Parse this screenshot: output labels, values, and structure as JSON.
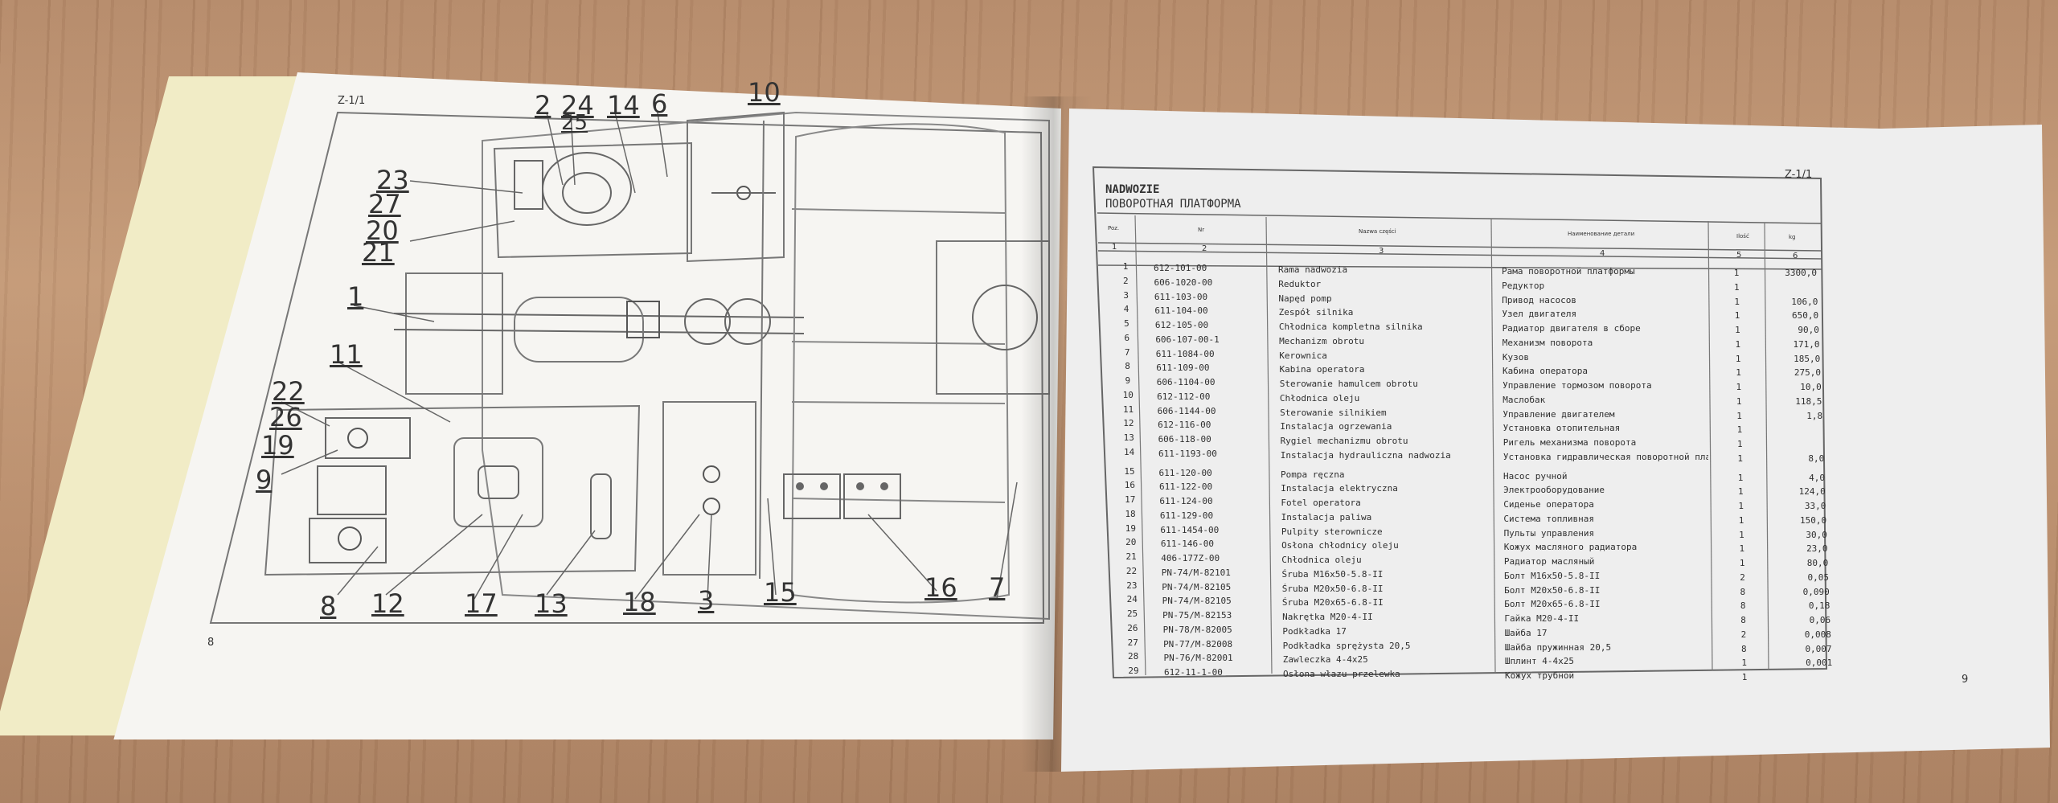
{
  "left_page": {
    "page_ref": "Z-1/1",
    "page_num": "8",
    "callouts": [
      "2",
      "24",
      "25",
      "14",
      "6",
      "10",
      "23",
      "27",
      "20",
      "21",
      "1",
      "11",
      "22",
      "26",
      "19",
      "9",
      "8",
      "12",
      "17",
      "13",
      "18",
      "3",
      "15",
      "16",
      "7"
    ]
  },
  "right_page": {
    "page_ref": "Z-1/1",
    "page_num": "9",
    "title_pl": "NADWOZIE",
    "title_ru": "ПОВОРОТНАЯ ПЛАТФОРМА",
    "headers": [
      "Poz.",
      "Nr",
      "Nazwa części",
      "Наименование детали",
      "Ilość",
      "kg"
    ],
    "col_numbers": [
      "1",
      "2",
      "3",
      "4",
      "5",
      "6"
    ],
    "rows": [
      {
        "poz": "1",
        "nr": "612-101-00",
        "pl": "Rama nadwozia",
        "ru": "Рама поворотной платформы",
        "qty": "1",
        "kg": "3300,0"
      },
      {
        "poz": "2",
        "nr": "606-1020-00",
        "pl": "Reduktor",
        "ru": "Редуктор",
        "qty": "1",
        "kg": ""
      },
      {
        "poz": "3",
        "nr": "611-103-00",
        "pl": "Napęd pomp",
        "ru": "Привод насосов",
        "qty": "1",
        "kg": "106,0"
      },
      {
        "poz": "4",
        "nr": "611-104-00",
        "pl": "Zespół silnika",
        "ru": "Узел двигателя",
        "qty": "1",
        "kg": "650,0"
      },
      {
        "poz": "5",
        "nr": "612-105-00",
        "pl": "Chłodnica kompletna silnika",
        "ru": "Радиатор двигателя в сборе",
        "qty": "1",
        "kg": "90,0"
      },
      {
        "poz": "6",
        "nr": "606-107-00-1",
        "pl": "Mechanizm obrotu",
        "ru": "Механизм поворота",
        "qty": "1",
        "kg": "171,0"
      },
      {
        "poz": "7",
        "nr": "611-1084-00",
        "pl": "Kerownica",
        "ru": "Кузов",
        "qty": "1",
        "kg": "185,0"
      },
      {
        "poz": "8",
        "nr": "611-109-00",
        "pl": "Kabina operatora",
        "ru": "Кабина оператора",
        "qty": "1",
        "kg": "275,0"
      },
      {
        "poz": "9",
        "nr": "606-1104-00",
        "pl": "Sterowanie hamulcem obrotu",
        "ru": "Управление тормозом поворота",
        "qty": "1",
        "kg": "10,0"
      },
      {
        "poz": "10",
        "nr": "612-112-00",
        "pl": "Chłodnica oleju",
        "ru": "Маслобак",
        "qty": "1",
        "kg": "118,5"
      },
      {
        "poz": "11",
        "nr": "606-1144-00",
        "pl": "Sterowanie silnikiem",
        "ru": "Управление двигателем",
        "qty": "1",
        "kg": "1,8"
      },
      {
        "poz": "12",
        "nr": "612-116-00",
        "pl": "Instalacja ogrzewania",
        "ru": "Установка отопительная",
        "qty": "1",
        "kg": ""
      },
      {
        "poz": "13",
        "nr": "606-118-00",
        "pl": "Rygiel mechanizmu obrotu",
        "ru": "Ригель механизма поворота",
        "qty": "1",
        "kg": ""
      },
      {
        "poz": "14",
        "nr": "611-1193-00",
        "pl": "Instalacja hydrauliczna nadwozia",
        "ru": "Установка гидравлическая поворотной платформы",
        "qty": "1",
        "kg": "8,0"
      },
      {
        "poz": "15",
        "nr": "611-120-00",
        "pl": "Pompa ręczna",
        "ru": "Насос ручной",
        "qty": "1",
        "kg": "4,0"
      },
      {
        "poz": "16",
        "nr": "611-122-00",
        "pl": "Instalacja elektryczna",
        "ru": "Электрооборудование",
        "qty": "1",
        "kg": "124,0"
      },
      {
        "poz": "17",
        "nr": "611-124-00",
        "pl": "Fotel operatora",
        "ru": "Сиденье оператора",
        "qty": "1",
        "kg": "33,0"
      },
      {
        "poz": "18",
        "nr": "611-129-00",
        "pl": "Instalacja paliwa",
        "ru": "Система топливная",
        "qty": "1",
        "kg": "150,0"
      },
      {
        "poz": "19",
        "nr": "611-1454-00",
        "pl": "Pulpity sterownicze",
        "ru": "Пульты управления",
        "qty": "1",
        "kg": "30,0"
      },
      {
        "poz": "20",
        "nr": "611-146-00",
        "pl": "Osłona chłodnicy oleju",
        "ru": "Кожух масляного радиатора",
        "qty": "1",
        "kg": "23,0"
      },
      {
        "poz": "21",
        "nr": "406-177Z-00",
        "pl": "Chłodnica oleju",
        "ru": "Радиатор масляный",
        "qty": "1",
        "kg": "80,0"
      },
      {
        "poz": "22",
        "nr": "PN-74/M-82101",
        "pl": "Śruba M16x50-5.8-II",
        "ru": "Болт M16x50-5.8-II",
        "qty": "2",
        "kg": "0,05"
      },
      {
        "poz": "23",
        "nr": "PN-74/M-82105",
        "pl": "Śruba M20x50-6.8-II",
        "ru": "Болт M20x50-6.8-II",
        "qty": "8",
        "kg": "0,090"
      },
      {
        "poz": "24",
        "nr": "PN-74/M-82105",
        "pl": "Śruba M20x65-6.8-II",
        "ru": "Болт M20x65-6.8-II",
        "qty": "8",
        "kg": "0,18"
      },
      {
        "poz": "25",
        "nr": "PN-75/M-82153",
        "pl": "Nakrętka M20-4-II",
        "ru": "Гайка M20-4-II",
        "qty": "8",
        "kg": "0,06"
      },
      {
        "poz": "26",
        "nr": "PN-78/M-82005",
        "pl": "Podkładka 17",
        "ru": "Шайба 17",
        "qty": "2",
        "kg": "0,008"
      },
      {
        "poz": "27",
        "nr": "PN-77/M-82008",
        "pl": "Podkładka sprężysta 20,5",
        "ru": "Шайба пружинная 20,5",
        "qty": "8",
        "kg": "0,007"
      },
      {
        "poz": "28",
        "nr": "PN-76/M-82001",
        "pl": "Zawleczka 4-4x25",
        "ru": "Шплинт 4-4x25",
        "qty": "1",
        "kg": "0,001"
      },
      {
        "poz": "29",
        "nr": "612-11-1-00",
        "pl": "Osłona włazu przelewka",
        "ru": "Кожух трубной",
        "qty": "1",
        "kg": ""
      }
    ]
  }
}
